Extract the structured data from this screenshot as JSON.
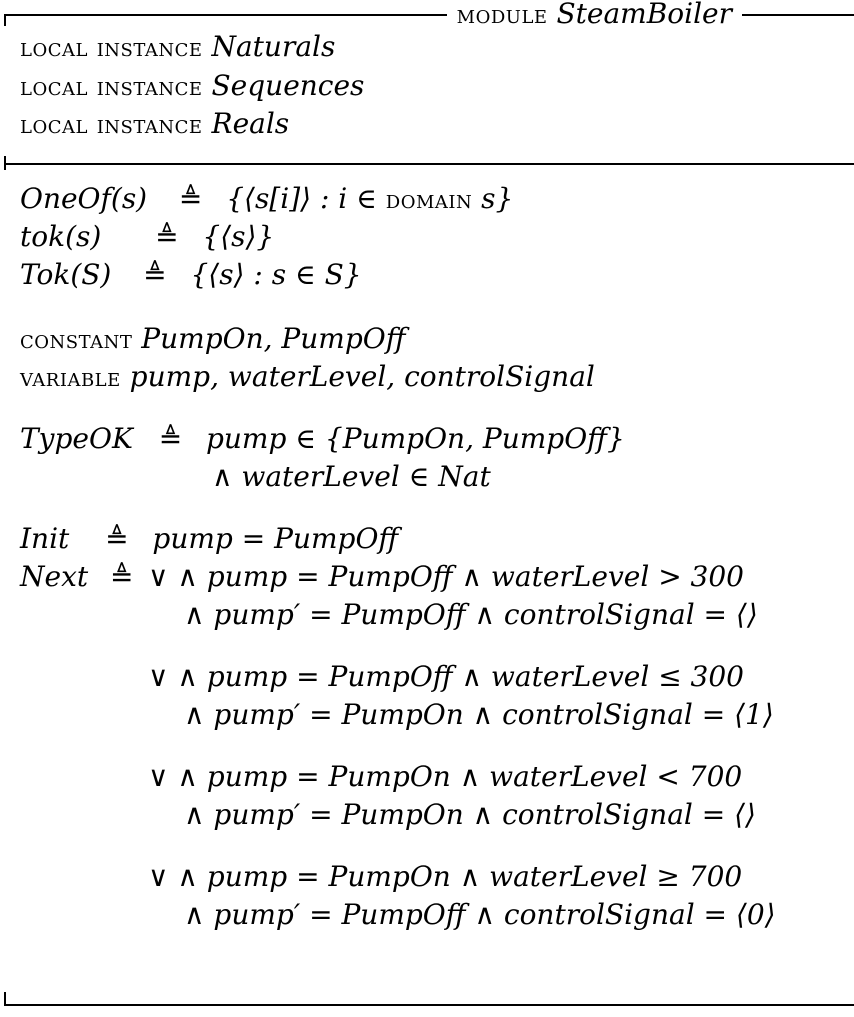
{
  "module": {
    "keyword": "module",
    "name": "SteamBoiler"
  },
  "instances": [
    {
      "keyword": "local instance",
      "name": "Naturals"
    },
    {
      "keyword": "local instance",
      "name": "Sequences"
    },
    {
      "keyword": "local instance",
      "name": "Reals"
    }
  ],
  "defs": {
    "oneof": {
      "name": "OneOf",
      "param": "(s)",
      "def": "≜",
      "rhs_a": "{⟨s[i]⟩ : i ∈ ",
      "rhs_kw": "domain",
      "rhs_b": " s}"
    },
    "tok": {
      "name": "tok",
      "param": "(s)",
      "def": "≜",
      "rhs": "{⟨s⟩}"
    },
    "Tok": {
      "name": "Tok",
      "param": "(S)",
      "def": "≜",
      "rhs": "{⟨s⟩ : s ∈ S}"
    }
  },
  "constant": {
    "keyword": "constant",
    "names": "PumpOn, PumpOff"
  },
  "variable": {
    "keyword": "variable",
    "names": "pump, waterLevel, controlSignal"
  },
  "typeok": {
    "name": "TypeOK",
    "def": "≜",
    "line1": "pump ∈ {PumpOn, PumpOff}",
    "line2": "∧ waterLevel ∈ Nat"
  },
  "init": {
    "name": "Init",
    "def": "≜",
    "rhs": "pump = PumpOff"
  },
  "next": {
    "name": "Next",
    "def": "≜",
    "cases": [
      {
        "l1": "∨ ∧ pump  = PumpOff ∧ waterLevel > 300",
        "l2": "∧ pump′ = PumpOff ∧ controlSignal = ⟨⟩"
      },
      {
        "l1": "∨ ∧ pump  = PumpOff ∧ waterLevel ≤ 300",
        "l2": "∧ pump′ = PumpOn ∧ controlSignal = ⟨1⟩"
      },
      {
        "l1": "∨ ∧ pump  = PumpOn ∧ waterLevel < 700",
        "l2": "∧ pump′ = PumpOn ∧ controlSignal = ⟨⟩"
      },
      {
        "l1": "∨ ∧ pump  = PumpOn ∧ waterLevel ≥ 700",
        "l2": "∧ pump′ = PumpOff ∧ controlSignal = ⟨0⟩"
      }
    ]
  }
}
